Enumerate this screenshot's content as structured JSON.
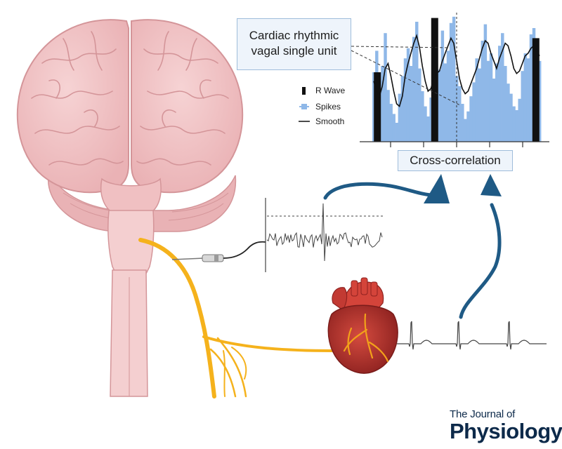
{
  "title_box": {
    "line1": "Cardiac rhythmic",
    "line2": "vagal single unit"
  },
  "legend": {
    "items": [
      {
        "label": "R Wave",
        "color": "#111111"
      },
      {
        "label": "Spikes",
        "color": "#8fb8e8"
      },
      {
        "label": "Smooth",
        "color": "#111111"
      }
    ]
  },
  "xcorr_label": "Cross-correlation",
  "journal": {
    "line1": "The Journal of",
    "line2": "Physiology"
  },
  "colors": {
    "brain": "#f2c4c6",
    "brain_outline": "#d9999d",
    "nerve": "#f5b21c",
    "heart": "#b8322c",
    "arrow": "#1f5a85",
    "spike_bar": "#8fb8e8",
    "box_fill": "#eef4fb",
    "box_border": "#9fbddb"
  },
  "histogram": {
    "spike_heights": [
      0.55,
      0.72,
      0.48,
      0.6,
      0.86,
      0.41,
      0.3,
      0.22,
      0.15,
      0.38,
      0.52,
      0.66,
      0.74,
      0.6,
      0.83,
      0.95,
      0.58,
      0.4,
      0.28,
      0.2,
      0.35,
      0.26,
      0.42,
      0.57,
      0.88,
      0.62,
      0.72,
      0.94,
      0.99,
      0.52,
      0.44,
      0.3,
      0.18,
      0.24,
      0.36,
      0.47,
      0.66,
      0.58,
      0.8,
      0.93,
      0.64,
      0.7,
      0.5,
      0.62,
      0.76,
      0.86,
      0.6,
      0.46,
      0.38,
      0.28,
      0.25,
      0.34,
      0.56,
      0.7,
      0.66,
      0.85,
      0.9,
      0.72,
      0.64
    ],
    "smooth": [
      0.48,
      0.4,
      0.36,
      0.44,
      0.58,
      0.62,
      0.52,
      0.4,
      0.3,
      0.28,
      0.36,
      0.52,
      0.62,
      0.7,
      0.78,
      0.84,
      0.75,
      0.6,
      0.48,
      0.4,
      0.42,
      0.5,
      0.54,
      0.56,
      0.64,
      0.7,
      0.76,
      0.82,
      0.78,
      0.64,
      0.5,
      0.42,
      0.38,
      0.4,
      0.46,
      0.52,
      0.58,
      0.66,
      0.74,
      0.8,
      0.78,
      0.7,
      0.64,
      0.58,
      0.66,
      0.72,
      0.78,
      0.76,
      0.68,
      0.58,
      0.54,
      0.56,
      0.62,
      0.68,
      0.7,
      0.74,
      0.76,
      0.72,
      0.68
    ],
    "r_wave_positions": [
      0.03,
      0.37,
      0.97
    ],
    "r_wave_heights": [
      0.55,
      0.98,
      0.82
    ]
  }
}
